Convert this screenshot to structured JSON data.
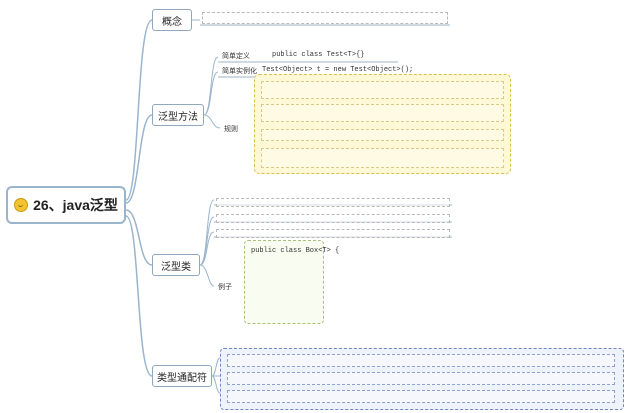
{
  "central": {
    "label": "26、java泛型",
    "icon": "smiley-icon"
  },
  "branches": [
    {
      "label": "概念"
    },
    {
      "label": "泛型方法"
    },
    {
      "label": "泛型类"
    },
    {
      "label": "类型通配符"
    }
  ],
  "generic_method": {
    "definition_label": "简单定义",
    "definition_code": "public class Test<T>{}",
    "instantiation_label": "简单实例化",
    "instantiation_code": "Test<Object> t = new Test<Object>();",
    "rules_label": "规则"
  },
  "generic_class": {
    "example_label": "例子",
    "code_first_line": "public class Box<T> {"
  },
  "colors": {
    "central_border": "#9ab4cc",
    "branch_border": "#8fa8bf",
    "connector": "#9ab4cc",
    "rules_fill": "#fff8d6",
    "rules_border": "#d9c04f",
    "code_fill": "#f9fdf1",
    "code_border": "#a9c07a",
    "wildcard_fill": "#eef2fb",
    "wildcard_border": "#6f86c0"
  }
}
